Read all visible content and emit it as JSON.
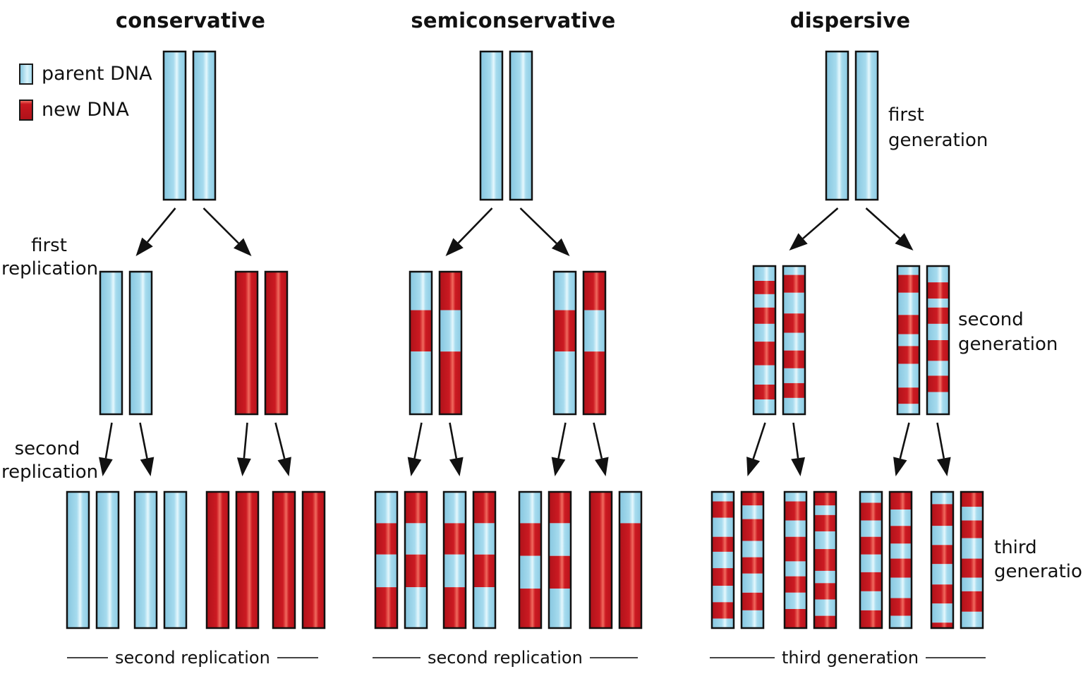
{
  "colors": {
    "parent": "#9fd6ea",
    "parent_highlight": "#e3f6fc",
    "parent_shade": "#86c6df",
    "new": "#c8161e",
    "new_highlight": "#f06a5e",
    "new_shade": "#b0121a",
    "outline": "#111111"
  },
  "legend": {
    "parent_label": "parent DNA",
    "new_label": "new DNA"
  },
  "models": [
    {
      "id": "conservative",
      "title": "conservative",
      "side_labels": [
        "first\nreplication",
        "second\nreplication"
      ],
      "footer": "second replication",
      "generations": [
        {
          "molecules": [
            [
              [
                [
                  "P",
                  1
                ]
              ],
              [
                [
                  "P",
                  1
                ]
              ]
            ]
          ]
        },
        {
          "molecules": [
            [
              [
                [
                  "P",
                  1
                ]
              ],
              [
                [
                  "P",
                  1
                ]
              ]
            ],
            [
              [
                [
                  "N",
                  1
                ]
              ],
              [
                [
                  "N",
                  1
                ]
              ]
            ]
          ]
        },
        {
          "molecules": [
            [
              [
                [
                  "P",
                  1
                ]
              ],
              [
                [
                  "P",
                  1
                ]
              ]
            ],
            [
              [
                [
                  "P",
                  1
                ]
              ],
              [
                [
                  "P",
                  1
                ]
              ]
            ],
            [
              [
                [
                  "N",
                  1
                ]
              ],
              [
                [
                  "N",
                  1
                ]
              ]
            ],
            [
              [
                [
                  "N",
                  1
                ]
              ],
              [
                [
                  "N",
                  1
                ]
              ]
            ]
          ]
        }
      ]
    },
    {
      "id": "semiconservative",
      "title": "semiconservative",
      "side_labels": [],
      "footer": "second replication",
      "generations": [
        {
          "molecules": [
            [
              [
                [
                  "P",
                  1
                ]
              ],
              [
                [
                  "P",
                  1
                ]
              ]
            ]
          ]
        },
        {
          "molecules": [
            [
              [
                [
                  "P",
                  0.27
                ],
                [
                  "N",
                  0.29
                ],
                [
                  "P",
                  0.44
                ]
              ],
              [
                [
                  "N",
                  0.27
                ],
                [
                  "P",
                  0.29
                ],
                [
                  "N",
                  0.44
                ]
              ]
            ],
            [
              [
                [
                  "P",
                  0.27
                ],
                [
                  "N",
                  0.29
                ],
                [
                  "P",
                  0.44
                ]
              ],
              [
                [
                  "N",
                  0.27
                ],
                [
                  "P",
                  0.29
                ],
                [
                  "N",
                  0.44
                ]
              ]
            ]
          ]
        },
        {
          "molecules": [
            [
              [
                [
                  "P",
                  0.23
                ],
                [
                  "N",
                  0.23
                ],
                [
                  "P",
                  0.24
                ],
                [
                  "N",
                  0.3
                ]
              ],
              [
                [
                  "N",
                  0.23
                ],
                [
                  "P",
                  0.23
                ],
                [
                  "N",
                  0.24
                ],
                [
                  "P",
                  0.3
                ]
              ]
            ],
            [
              [
                [
                  "P",
                  0.23
                ],
                [
                  "N",
                  0.23
                ],
                [
                  "P",
                  0.24
                ],
                [
                  "N",
                  0.3
                ]
              ],
              [
                [
                  "N",
                  0.23
                ],
                [
                  "P",
                  0.23
                ],
                [
                  "N",
                  0.24
                ],
                [
                  "P",
                  0.3
                ]
              ]
            ],
            [
              [
                [
                  "P",
                  0.23
                ],
                [
                  "N",
                  0.24
                ],
                [
                  "P",
                  0.24
                ],
                [
                  "N",
                  0.29
                ]
              ],
              [
                [
                  "N",
                  0.23
                ],
                [
                  "P",
                  0.24
                ],
                [
                  "N",
                  0.24
                ],
                [
                  "P",
                  0.29
                ]
              ]
            ],
            [
              [
                [
                  "N",
                  1
                ]
              ],
              [
                [
                  "P",
                  0.23
                ],
                [
                  "N",
                  0.77
                ]
              ]
            ]
          ]
        }
      ]
    },
    {
      "id": "dispersive",
      "title": "dispersive",
      "side_labels": [
        "first\ngeneration",
        "second\ngeneration",
        "third\ngeneration"
      ],
      "footer": "third generation",
      "generations": [
        {
          "molecules": [
            [
              [
                [
                  "P",
                  1
                ]
              ],
              [
                [
                  "P",
                  1
                ]
              ]
            ]
          ]
        },
        {
          "molecules": [
            [
              [
                [
                  "P",
                  0.1
                ],
                [
                  "N",
                  0.09
                ],
                [
                  "P",
                  0.09
                ],
                [
                  "N",
                  0.11
                ],
                [
                  "P",
                  0.12
                ],
                [
                  "N",
                  0.16
                ],
                [
                  "P",
                  0.13
                ],
                [
                  "N",
                  0.1
                ],
                [
                  "P",
                  0.1
                ]
              ],
              [
                [
                  "P",
                  0.06
                ],
                [
                  "N",
                  0.12
                ],
                [
                  "P",
                  0.14
                ],
                [
                  "N",
                  0.13
                ],
                [
                  "P",
                  0.12
                ],
                [
                  "N",
                  0.12
                ],
                [
                  "P",
                  0.1
                ],
                [
                  "N",
                  0.1
                ],
                [
                  "P",
                  0.11
                ]
              ]
            ],
            [
              [
                [
                  "P",
                  0.06
                ],
                [
                  "N",
                  0.12
                ],
                [
                  "P",
                  0.15
                ],
                [
                  "N",
                  0.13
                ],
                [
                  "P",
                  0.08
                ],
                [
                  "N",
                  0.12
                ],
                [
                  "P",
                  0.16
                ],
                [
                  "N",
                  0.11
                ],
                [
                  "P",
                  0.07
                ]
              ],
              [
                [
                  "P",
                  0.11
                ],
                [
                  "N",
                  0.11
                ],
                [
                  "P",
                  0.06
                ],
                [
                  "N",
                  0.11
                ],
                [
                  "P",
                  0.11
                ],
                [
                  "N",
                  0.14
                ],
                [
                  "P",
                  0.1
                ],
                [
                  "N",
                  0.11
                ],
                [
                  "P",
                  0.15
                ]
              ]
            ]
          ]
        },
        {
          "molecules": [
            [
              [
                [
                  "P",
                  0.07
                ],
                [
                  "N",
                  0.12
                ],
                [
                  "P",
                  0.14
                ],
                [
                  "N",
                  0.11
                ],
                [
                  "P",
                  0.12
                ],
                [
                  "N",
                  0.13
                ],
                [
                  "P",
                  0.12
                ],
                [
                  "N",
                  0.12
                ],
                [
                  "P",
                  0.07
                ],
                [
                  "P",
                  0.0
                ]
              ],
              [
                [
                  "N",
                  0.1
                ],
                [
                  "P",
                  0.1
                ],
                [
                  "N",
                  0.16
                ],
                [
                  "P",
                  0.12
                ],
                [
                  "N",
                  0.12
                ],
                [
                  "P",
                  0.14
                ],
                [
                  "N",
                  0.13
                ],
                [
                  "P",
                  0.13
                ]
              ]
            ],
            [
              [
                [
                  "P",
                  0.07
                ],
                [
                  "N",
                  0.14
                ],
                [
                  "P",
                  0.12
                ],
                [
                  "N",
                  0.18
                ],
                [
                  "P",
                  0.11
                ],
                [
                  "N",
                  0.12
                ],
                [
                  "P",
                  0.12
                ],
                [
                  "N",
                  0.14
                ]
              ],
              [
                [
                  "N",
                  0.1
                ],
                [
                  "P",
                  0.07
                ],
                [
                  "N",
                  0.12
                ],
                [
                  "P",
                  0.13
                ],
                [
                  "N",
                  0.16
                ],
                [
                  "P",
                  0.09
                ],
                [
                  "N",
                  0.12
                ],
                [
                  "P",
                  0.12
                ],
                [
                  "N",
                  0.09
                ]
              ]
            ],
            [
              [
                [
                  "P",
                  0.08
                ],
                [
                  "N",
                  0.13
                ],
                [
                  "P",
                  0.12
                ],
                [
                  "N",
                  0.13
                ],
                [
                  "P",
                  0.13
                ],
                [
                  "N",
                  0.14
                ],
                [
                  "P",
                  0.14
                ],
                [
                  "N",
                  0.13
                ]
              ],
              [
                [
                  "N",
                  0.13
                ],
                [
                  "P",
                  0.12
                ],
                [
                  "N",
                  0.13
                ],
                [
                  "P",
                  0.11
                ],
                [
                  "N",
                  0.14
                ],
                [
                  "P",
                  0.15
                ],
                [
                  "N",
                  0.13
                ],
                [
                  "P",
                  0.09
                ]
              ]
            ],
            [
              [
                [
                  "P",
                  0.09
                ],
                [
                  "N",
                  0.16
                ],
                [
                  "P",
                  0.14
                ],
                [
                  "N",
                  0.14
                ],
                [
                  "P",
                  0.15
                ],
                [
                  "N",
                  0.14
                ],
                [
                  "P",
                  0.14
                ],
                [
                  "N",
                  0.04
                ]
              ],
              [
                [
                  "N",
                  0.11
                ],
                [
                  "P",
                  0.1
                ],
                [
                  "N",
                  0.13
                ],
                [
                  "P",
                  0.15
                ],
                [
                  "N",
                  0.14
                ],
                [
                  "P",
                  0.1
                ],
                [
                  "N",
                  0.15
                ],
                [
                  "P",
                  0.12
                ]
              ]
            ]
          ]
        }
      ]
    }
  ]
}
